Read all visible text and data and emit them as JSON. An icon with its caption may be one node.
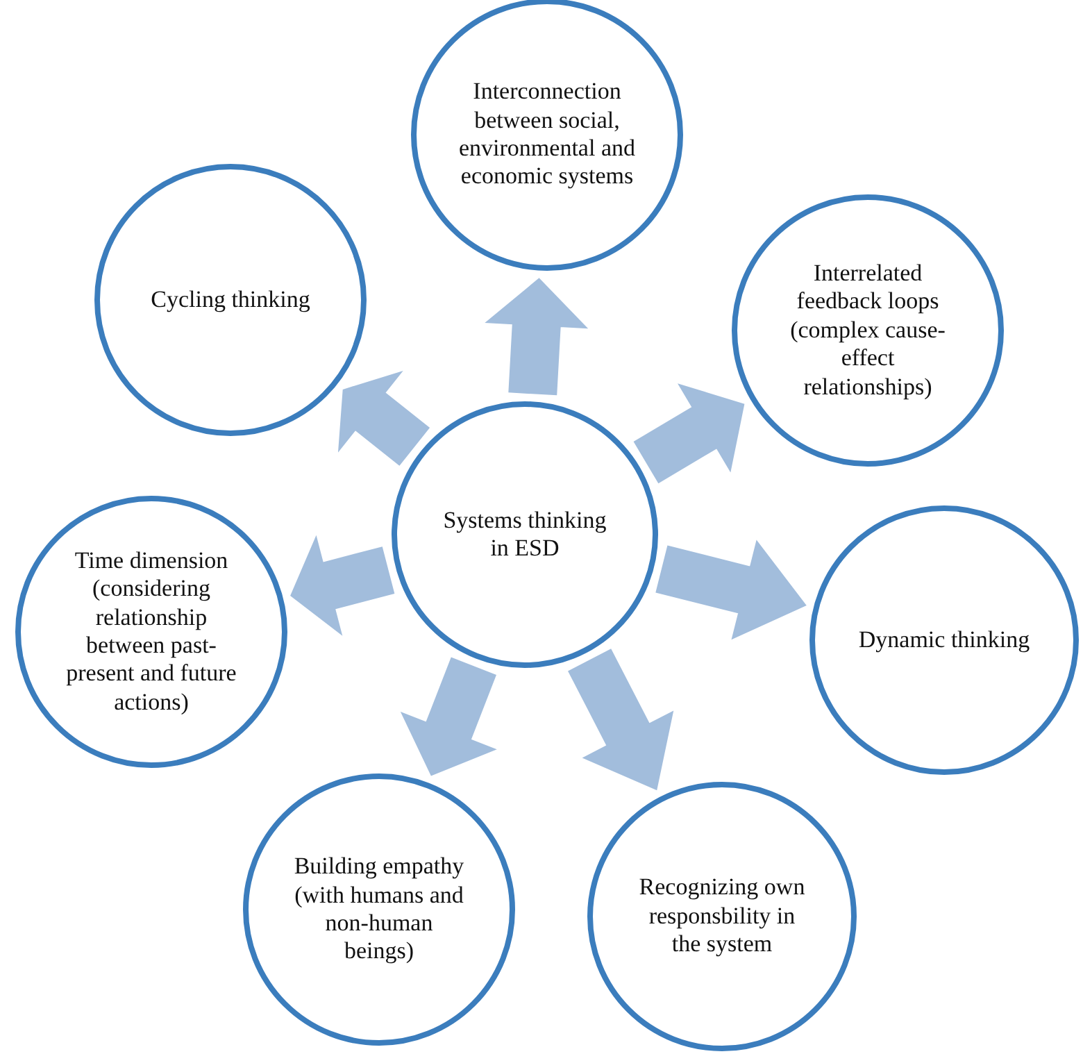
{
  "diagram": {
    "nodes": [
      {
        "text": [
          "Systems thinking in ESD"
        ]
      },
      {
        "text": [
          "Interconnection between social, environmental and economic systems"
        ]
      },
      {
        "text": [
          "Interrelated feedback loops (complex cause-effect relationships)"
        ]
      },
      {
        "text": [
          "Dynamic thinking"
        ]
      },
      {
        "text": [
          "Recognizing own responsbility in the system"
        ]
      },
      {
        "text": [
          "Building empathy (with humans and non-human beings)"
        ]
      },
      {
        "text": [
          "Time dimension (considering relationship between past-present and future actions)"
        ]
      },
      {
        "text": [
          "Cycling thinking"
        ]
      }
    ],
    "edges": [
      {
        "from": 0,
        "to": 1,
        "arrow": "to"
      },
      {
        "from": 0,
        "to": 2,
        "arrow": "to"
      },
      {
        "from": 0,
        "to": 3,
        "arrow": "to"
      },
      {
        "from": 0,
        "to": 4,
        "arrow": "to"
      },
      {
        "from": 0,
        "to": 5,
        "arrow": "to"
      },
      {
        "from": 0,
        "to": 6,
        "arrow": "to"
      },
      {
        "from": 0,
        "to": 7,
        "arrow": "to"
      }
    ]
  }
}
